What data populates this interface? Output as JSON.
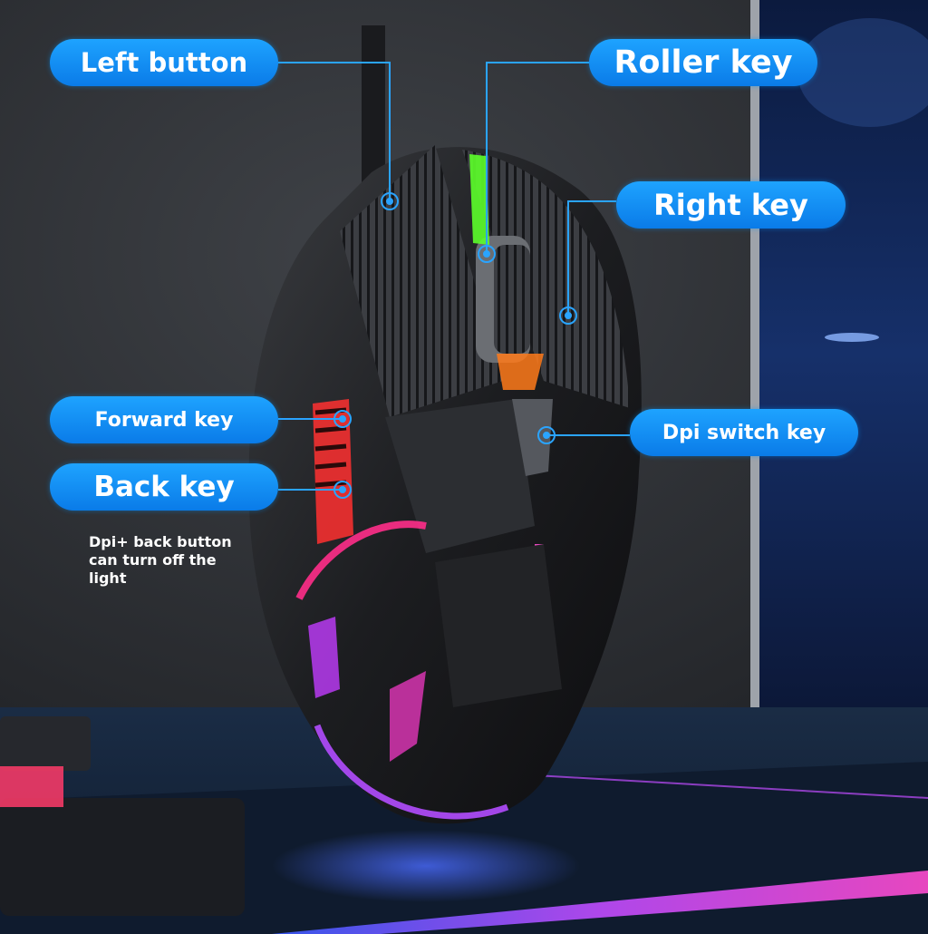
{
  "callouts": {
    "left_button": "Left button",
    "roller_key": "Roller key",
    "right_key": "Right key",
    "forward_key": "Forward key",
    "back_key": "Back key",
    "dpi_switch_key": "Dpi switch key"
  },
  "note": "Dpi+ back button can turn off the light",
  "colors": {
    "callout_blue": "#0a7be8",
    "leader_line": "#2aa4ff",
    "rgb_pink": "#ff2d8a",
    "rgb_red": "#ff3030",
    "rgb_green": "#5cff2a",
    "rgb_purple": "#c23cff"
  }
}
